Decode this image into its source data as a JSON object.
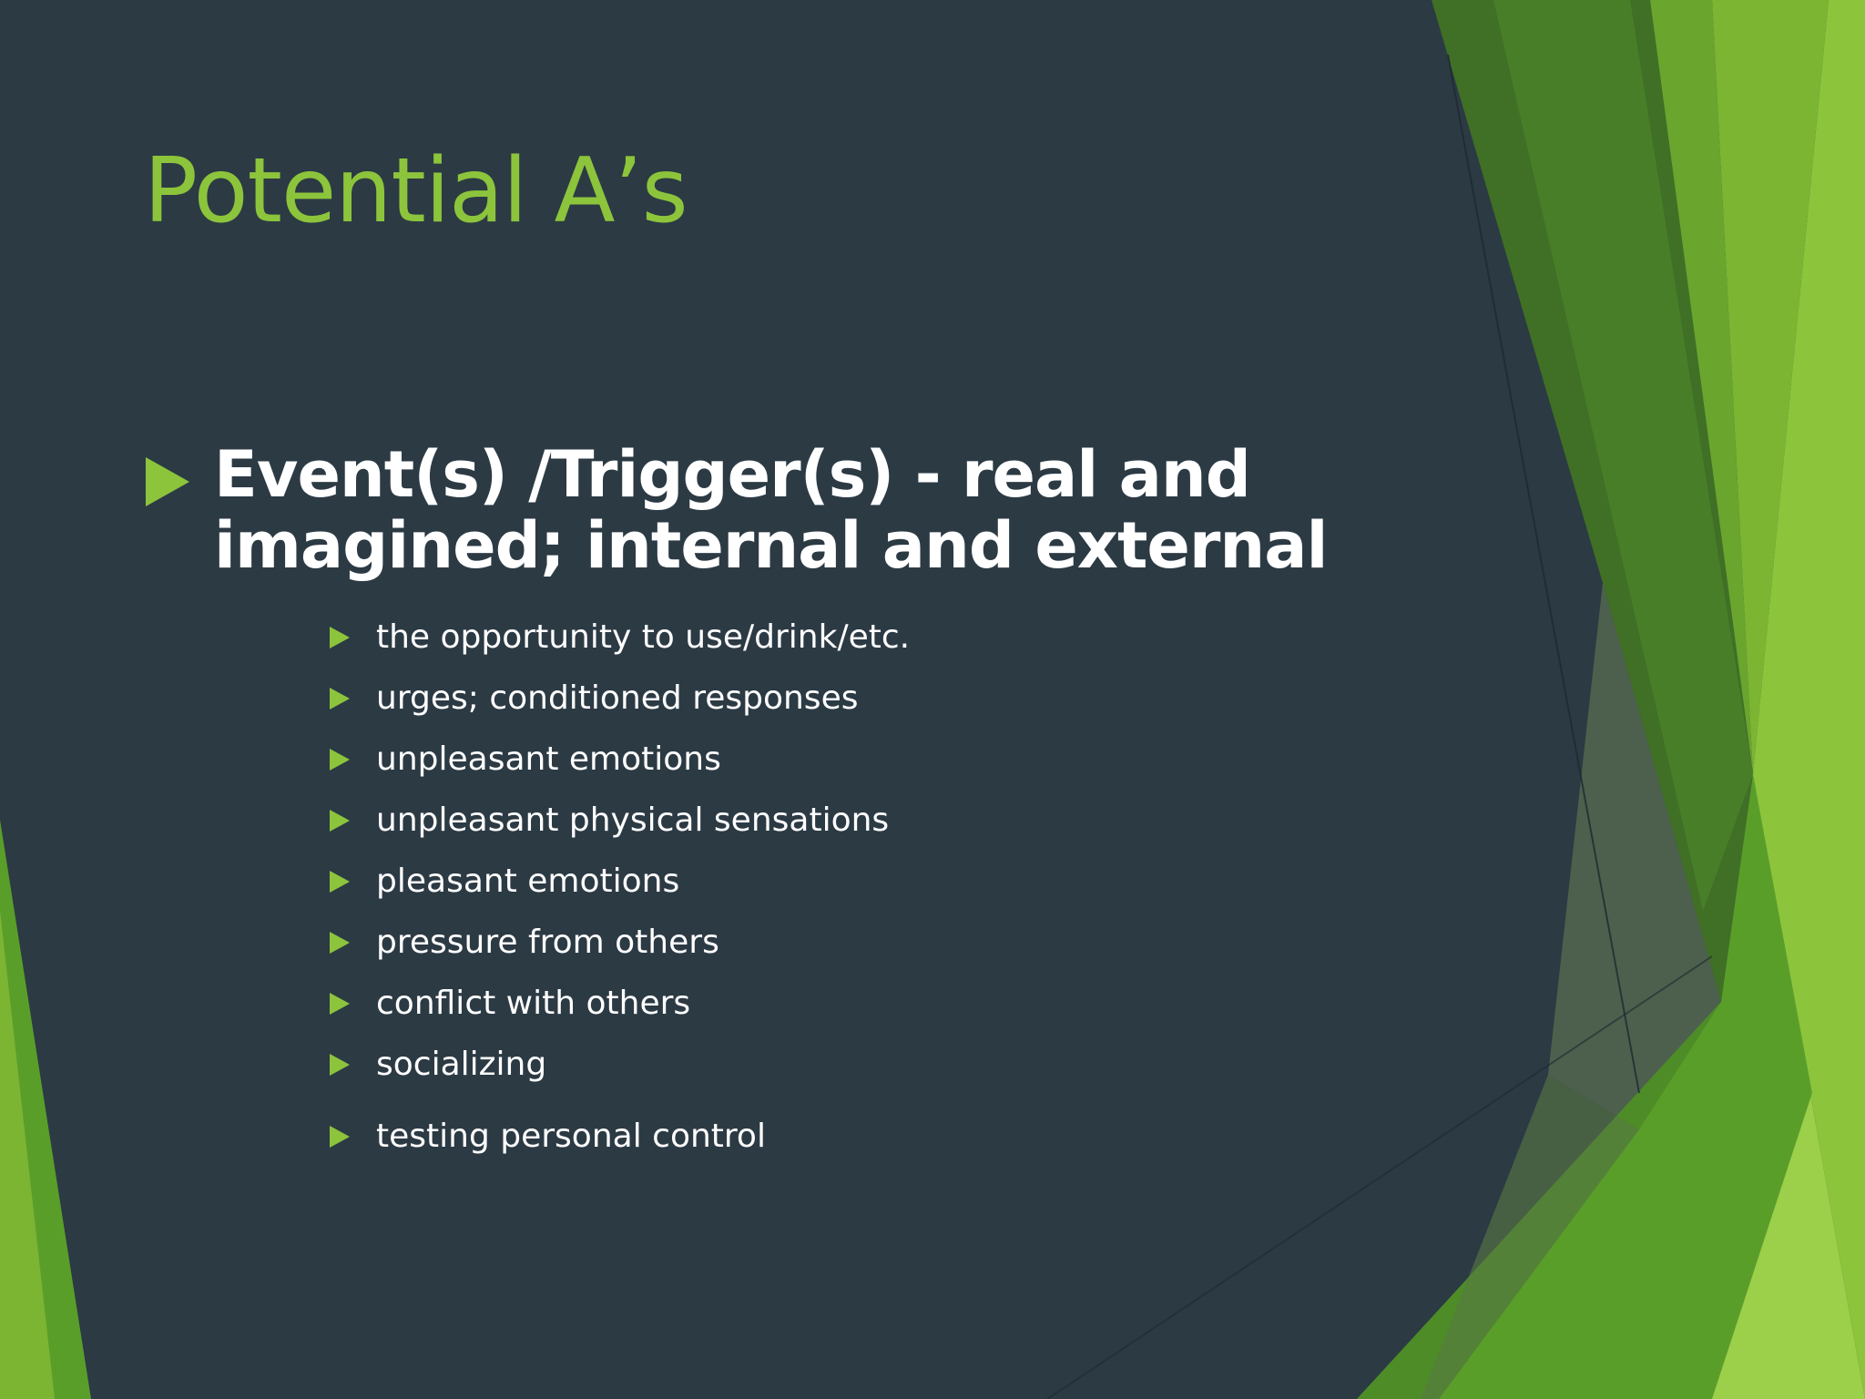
{
  "slide": {
    "title": "Potential A’s",
    "main_bullet": "Event(s) /Trigger(s) - real and imagined; internal and external",
    "sub_bullets": [
      "the opportunity to use/drink/etc.",
      "urges; conditioned responses",
      "unpleasant emotions",
      "unpleasant physical sensations",
      "pleasant emotions",
      "pressure from others",
      "conflict with others",
      "socializing",
      "testing personal control"
    ]
  },
  "colors": {
    "background": "#2c3a44",
    "title": "#8cc43c",
    "bullet_arrow": "#8cc43c",
    "text": "#ffffff",
    "accent_dark_green": "#3f7025",
    "accent_mid_green": "#5a9e2a",
    "accent_light_green": "#8cc43c"
  },
  "icons": {
    "bullet": "triangle-right-icon"
  }
}
